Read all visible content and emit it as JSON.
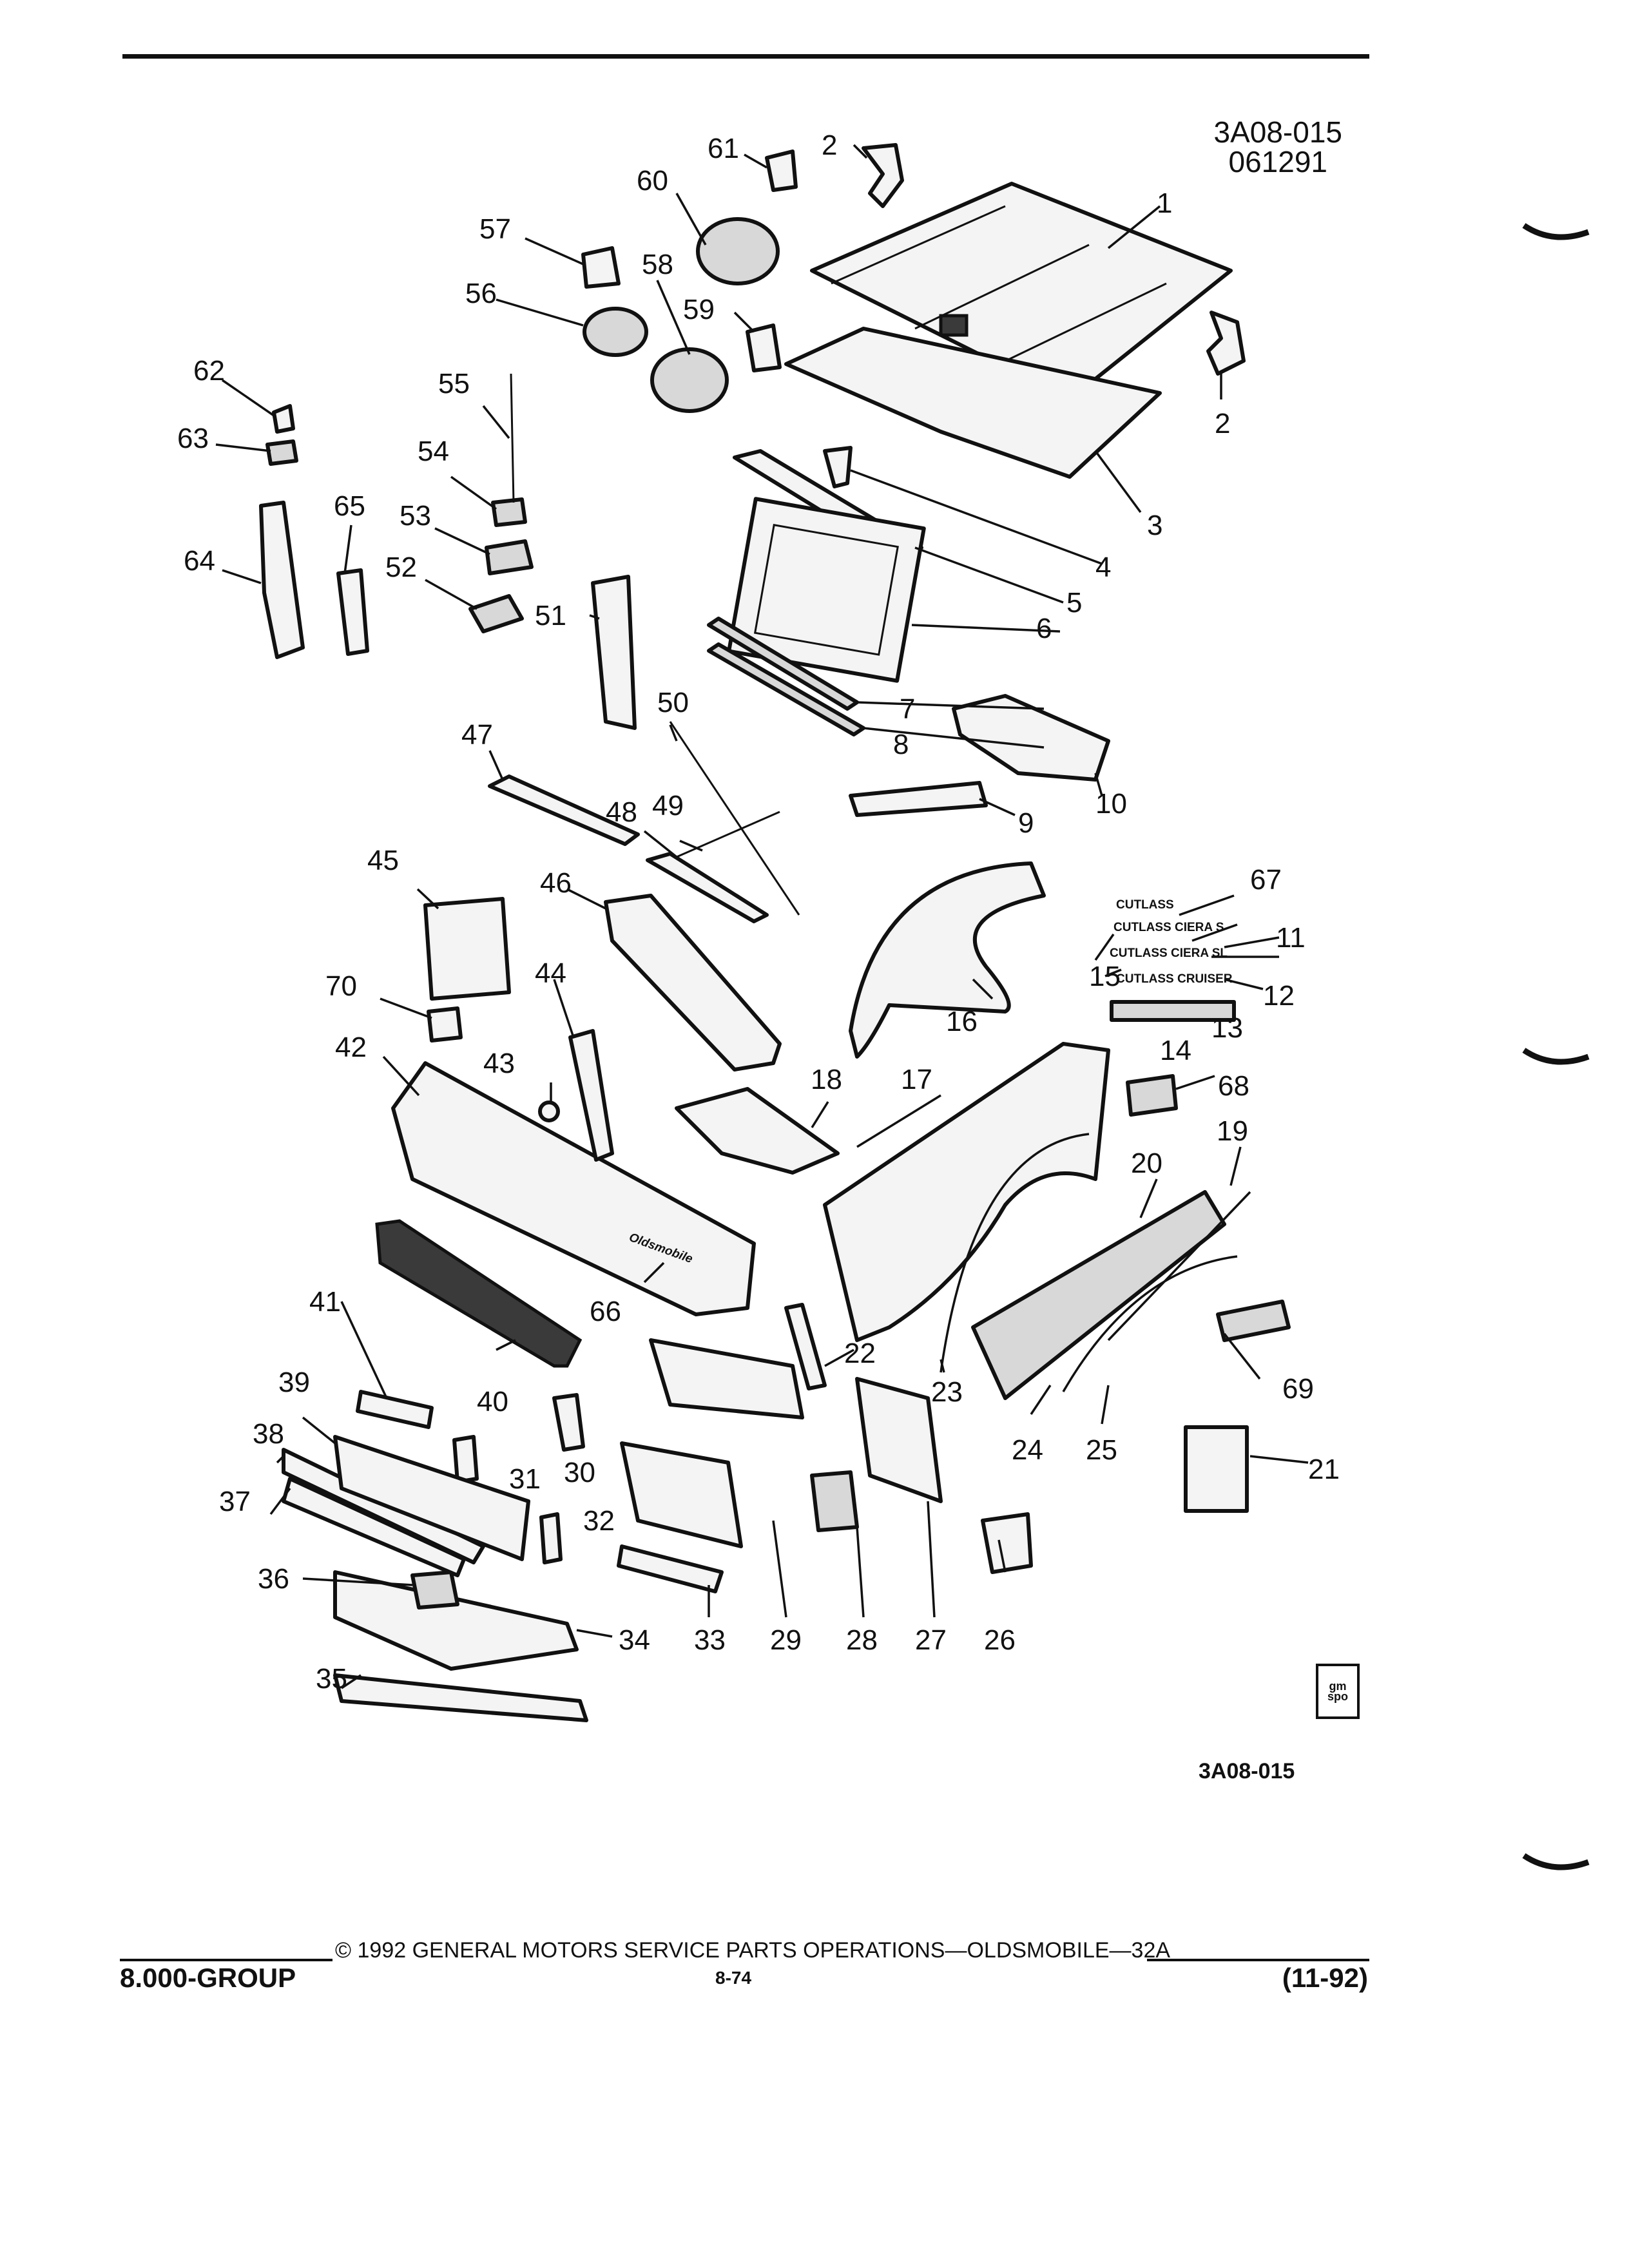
{
  "diagram": {
    "illustration_code": [
      "3A08-015",
      "061291"
    ],
    "reference_bottom": "3A08-015",
    "icon_text": "gm\nspo",
    "callouts": [
      "1",
      "2",
      "2",
      "3",
      "4",
      "5",
      "6",
      "7",
      "8",
      "9",
      "10",
      "11",
      "12",
      "13",
      "14",
      "15",
      "16",
      "17",
      "18",
      "19",
      "20",
      "21",
      "22",
      "23",
      "24",
      "25",
      "26",
      "27",
      "28",
      "29",
      "30",
      "31",
      "32",
      "33",
      "34",
      "35",
      "36",
      "37",
      "38",
      "39",
      "40",
      "41",
      "42",
      "43",
      "44",
      "45",
      "46",
      "47",
      "48",
      "49",
      "50",
      "51",
      "52",
      "53",
      "54",
      "55",
      "56",
      "57",
      "58",
      "59",
      "60",
      "61",
      "62",
      "63",
      "64",
      "65",
      "66",
      "67",
      "68",
      "69",
      "70"
    ],
    "emblem_labels": [
      "CUTLASS",
      "CUTLASS CIERA S",
      "CUTLASS CIERA SL",
      "CUTLASS CRUISER"
    ],
    "grille_script": "Oldsmobile"
  },
  "footer": {
    "copyright": "©  1992  GENERAL MOTORS SERVICE PARTS OPERATIONS—OLDSMOBILE—32A",
    "group": "8.000-GROUP",
    "page": "8-74",
    "date": "(11-92)"
  }
}
